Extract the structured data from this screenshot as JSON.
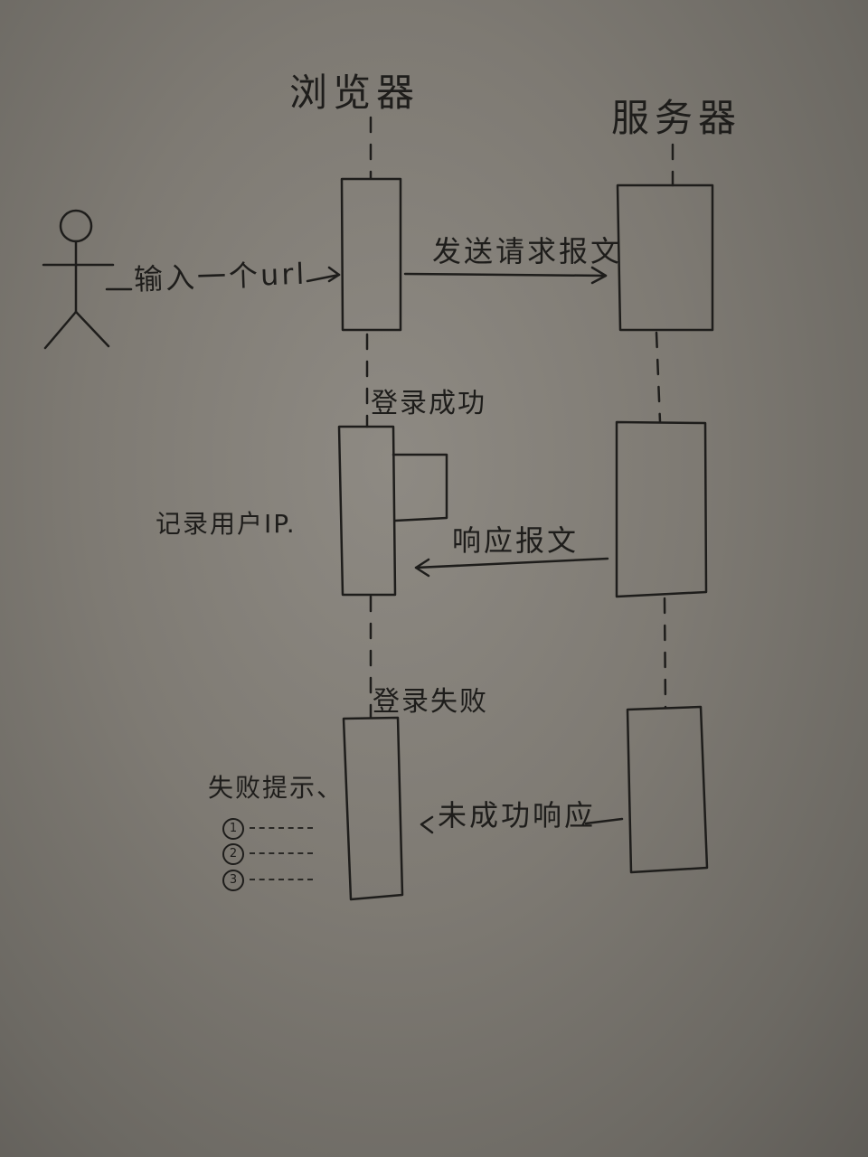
{
  "participants": {
    "browser": "浏览器",
    "server": "服务器"
  },
  "messages": {
    "input_url": "输入一个url",
    "send_request": "发送请求报文",
    "response": "响应报文",
    "unsuccessful_response": "未成功响应"
  },
  "fragments": {
    "login_success": "登录成功",
    "login_failure": "登录失败"
  },
  "notes": {
    "record_ip": "记录用户IP.",
    "failure_hint": "失败提示、"
  },
  "hint_list": [
    "1",
    "2",
    "3"
  ],
  "colors": {
    "ink": "#1e1d1b",
    "paper": "#8a8680"
  }
}
